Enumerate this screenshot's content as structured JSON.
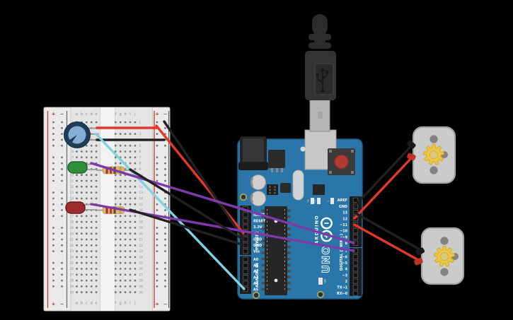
{
  "scene": {
    "background": "#000000"
  },
  "breadboard": {
    "row_numbers": [
      "1",
      "2",
      "3",
      "4",
      "5",
      "6",
      "7",
      "8",
      "9",
      "10",
      "11",
      "12",
      "13",
      "14",
      "15",
      "16",
      "17",
      "18",
      "19",
      "20",
      "21",
      "22",
      "23",
      "24",
      "25",
      "26",
      "27",
      "28",
      "29",
      "30"
    ],
    "column_letters_left": [
      "a",
      "b",
      "c",
      "d",
      "e"
    ],
    "column_letters_right": [
      "f",
      "g",
      "h",
      "i",
      "j"
    ],
    "rail_plus": "+",
    "rail_minus": "−",
    "body_color": "#eaeaea",
    "hole_color": "#767676",
    "plus_line_color": "#c0392b",
    "minus_line_color": "#555555"
  },
  "potentiometer": {
    "body_color": "#1e3d57",
    "knob_color": "#85aed6"
  },
  "leds": [
    {
      "name": "green-led",
      "color": "#2e8f3d",
      "outline": "#1d6428"
    },
    {
      "name": "red-led",
      "color": "#9e2b2e",
      "outline": "#6e1a1c"
    }
  ],
  "resistors": [
    {
      "name": "resistor-1",
      "body": "#d9b977",
      "bands": [
        "#b03228",
        "#c0392b",
        "#6b4423",
        "#c9a542"
      ]
    },
    {
      "name": "resistor-2",
      "body": "#d9b977",
      "bands": [
        "#b03228",
        "#c0392b",
        "#6b4423",
        "#c9a542"
      ]
    }
  ],
  "arduino": {
    "board_color": "#2a76a9",
    "digital_pins_top": [
      "AREF",
      "GND",
      "13",
      "12",
      "~11",
      "~10",
      "~9",
      "8"
    ],
    "digital_pins_bottom": [
      "7",
      "~6",
      "~5",
      "4",
      "~3",
      "2",
      "TX→1",
      "RX←0"
    ],
    "power_pins": [
      "IOREF",
      "RESET",
      "3.3V",
      "5V",
      "GND",
      "GND",
      "Vin"
    ],
    "analog_pins": [
      "A0",
      "A1",
      "A2",
      "A3",
      "A4",
      "A5"
    ],
    "labels": {
      "digital_group": "DIGITAL (PWM~)",
      "power_group": "POWER",
      "analog_group": "ANALOG IN",
      "brand": "ARDUINO",
      "model": "UNO",
      "on_led": "ON",
      "tx_led": "TX",
      "rx_led": "RX",
      "l_led": "L"
    }
  },
  "motors": [
    {
      "name": "dc-motor-1",
      "body": "#cbcbcb",
      "border": "#a3a3a3",
      "gear": "#eec73d"
    },
    {
      "name": "dc-motor-2",
      "body": "#cbcbcb",
      "border": "#a3a3a3",
      "gear": "#eec73d"
    }
  ],
  "usb_cable": {
    "plug_color": "#333333",
    "boot_color": "#2c2c2c",
    "metal_color": "#b5b5b5"
  },
  "wires": [
    {
      "name": "wire-pot-to-plus-rail",
      "color": "#e5372b",
      "pts": [
        [
          137,
          181
        ],
        [
          221,
          181
        ]
      ]
    },
    {
      "name": "wire-pot-to-minus-rail",
      "color": "#212121",
      "pts": [
        [
          137,
          198
        ],
        [
          232,
          198
        ]
      ]
    },
    {
      "name": "wire-plus-rail-to-5v",
      "color": "#e5372b",
      "pts": [
        [
          221,
          178
        ],
        [
          344,
          330
        ]
      ]
    },
    {
      "name": "wire-minus-rail-to-gnd",
      "color": "#212121",
      "pts": [
        [
          232,
          172
        ],
        [
          344,
          338
        ]
      ]
    },
    {
      "name": "wire-pot-wiper-to-a5",
      "color": "#7fd2de",
      "pts": [
        [
          136,
          190
        ],
        [
          345,
          409
        ]
      ]
    },
    {
      "name": "wire-led1-to-pin8",
      "color": "#7d3aa8",
      "pts": [
        [
          129,
          231
        ],
        [
          500,
          344
        ]
      ]
    },
    {
      "name": "wire-led2-to-pin7",
      "color": "#7d3aa8",
      "pts": [
        [
          129,
          289
        ],
        [
          500,
          355
        ]
      ]
    },
    {
      "name": "wire-res1-to-gnd",
      "color": "#212121",
      "pts": [
        [
          184,
          240
        ],
        [
          344,
          339
        ]
      ]
    },
    {
      "name": "wire-res2-to-gnd",
      "color": "#212121",
      "pts": [
        [
          184,
          297
        ],
        [
          345,
          347
        ]
      ]
    },
    {
      "name": "wire-gnd-to-motor1-black",
      "color": "#212121",
      "pts": [
        [
          501,
          292
        ],
        [
          579,
          209
        ]
      ]
    },
    {
      "name": "wire-pin12-to-motor1-red",
      "color": "#e5372b",
      "pts": [
        [
          501,
          309
        ],
        [
          581,
          224
        ]
      ]
    },
    {
      "name": "wire-pin13-to-motor2-black",
      "color": "#212121",
      "pts": [
        [
          501,
          301
        ],
        [
          593,
          353
        ]
      ]
    },
    {
      "name": "wire-pin11-to-motor2-red",
      "color": "#e5372b",
      "pts": [
        [
          501,
          318
        ],
        [
          591,
          368
        ]
      ]
    }
  ]
}
